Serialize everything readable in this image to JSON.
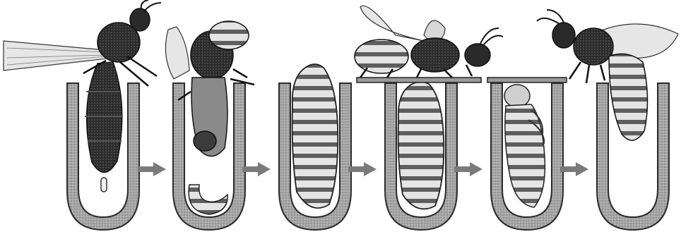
{
  "diagram": {
    "stages": [
      {
        "id": "egg",
        "content": "egg",
        "insect": "bee-laying-egg"
      },
      {
        "id": "larva",
        "content": "larva",
        "insect": "bee-feeding-larva"
      },
      {
        "id": "large-larva",
        "content": "large-larva",
        "insect": ""
      },
      {
        "id": "capped-larva",
        "content": "large-larva",
        "insect": "bee-sealing-cell"
      },
      {
        "id": "pupa",
        "content": "pupa",
        "insect": ""
      },
      {
        "id": "adult",
        "content": "none",
        "insect": "adult-bee-emerging"
      }
    ],
    "arrow_count": 5,
    "colors": {
      "cell_wall": "#9a9a9a",
      "cell_edge": "#2a2a2a",
      "insect_dark": "#1f1f1f",
      "insect_mid": "#6b6b6b",
      "insect_light": "#d8d8d8",
      "wing": "#e6e6e6",
      "arrow": "#7a7a7a"
    }
  }
}
